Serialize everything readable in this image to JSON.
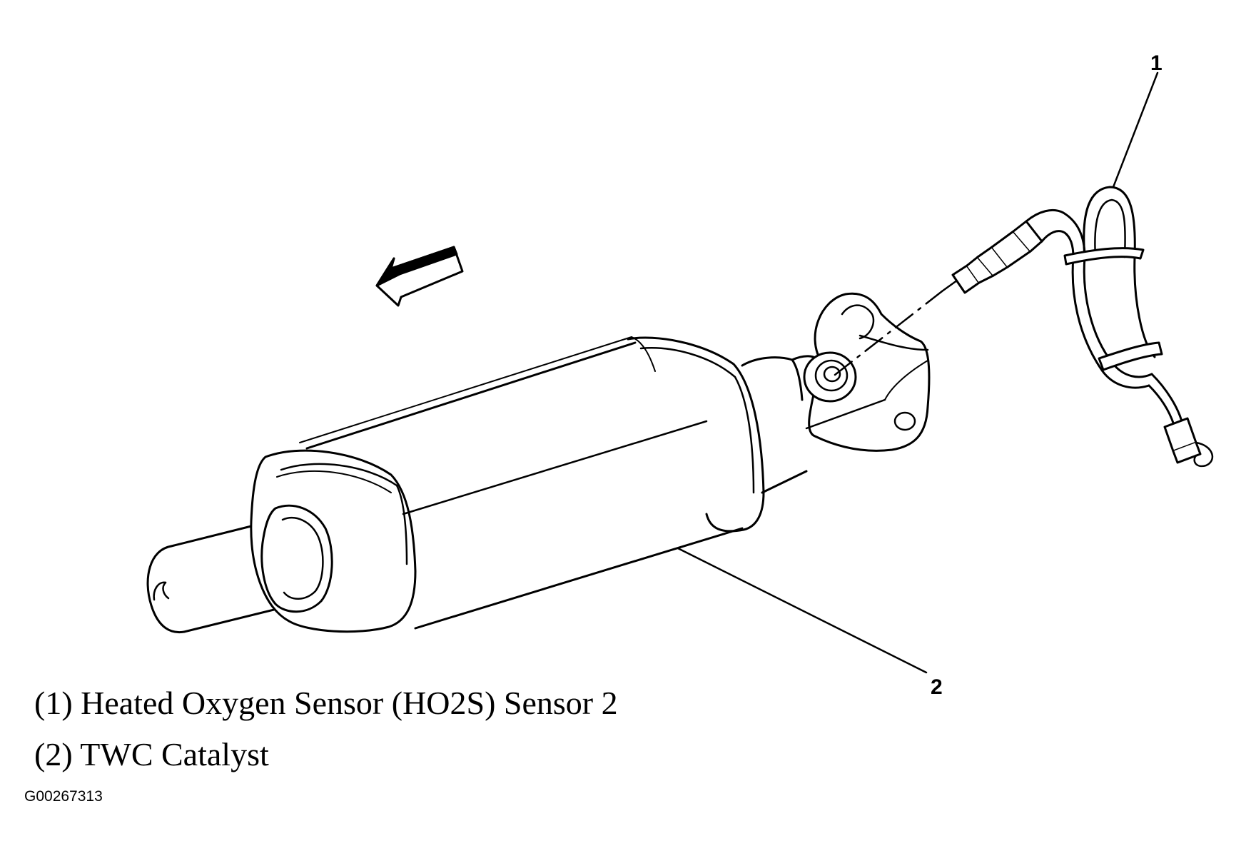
{
  "callouts": {
    "one": "1",
    "two": "2"
  },
  "legend": {
    "item1": "(1) Heated Oxygen Sensor (HO2S) Sensor 2",
    "item2": "(2) TWC Catalyst"
  },
  "figure_id": "G00267313",
  "colors": {
    "ink": "#000000",
    "paper": "#ffffff"
  }
}
